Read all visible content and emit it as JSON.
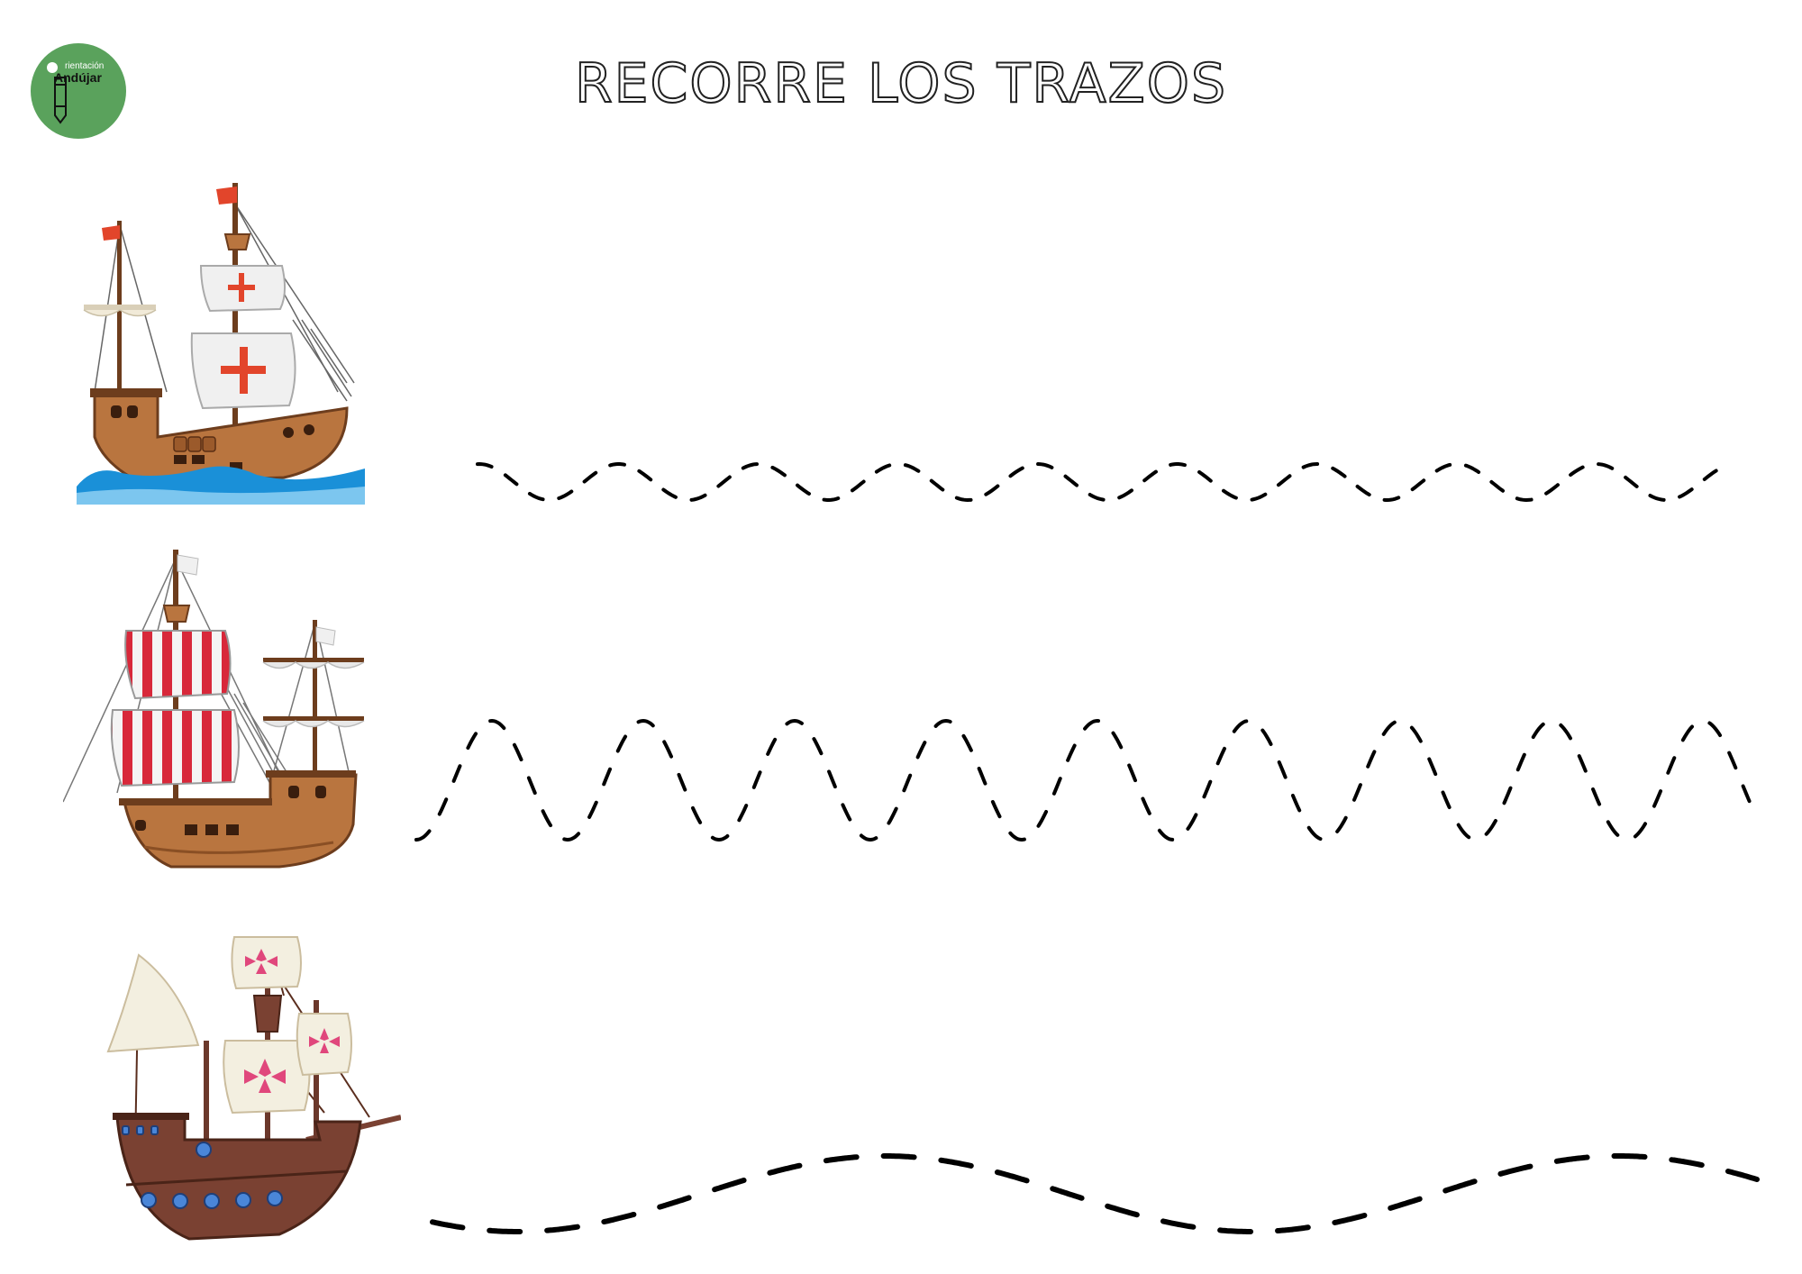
{
  "page": {
    "title": "RECORRE LOS TRAZOS"
  },
  "logo": {
    "line1": "rientación",
    "line2": "Andújar",
    "color": "#5aa25c"
  },
  "colors": {
    "trace": "#000000",
    "wood": "#b9753f",
    "wood_dark": "#6d3d1d",
    "flag": "#e2452b",
    "cross_red": "#e2452b",
    "stripe_red": "#d8283a",
    "cross_pink": "#e0477c",
    "water": "#1a90d8",
    "hull_dark": "#7a4132"
  },
  "illustrations": [
    {
      "name": "caravel-on-waves-icon"
    },
    {
      "name": "striped-sail-galleon-icon"
    },
    {
      "name": "brown-galleon-icon"
    }
  ]
}
